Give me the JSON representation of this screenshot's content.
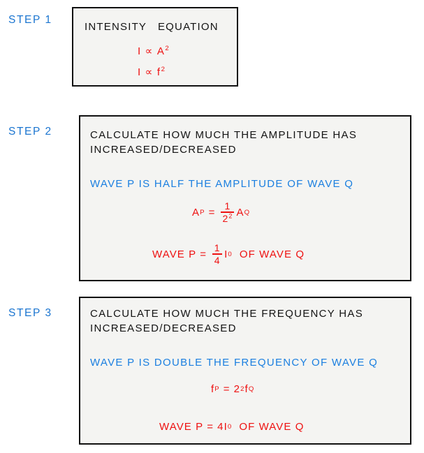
{
  "colors": {
    "step_label_blue": "#1b75d0",
    "text_blue": "#1b7fe0",
    "text_red": "#ee1111",
    "text_black": "#131313",
    "box_fill": "#f4f4f2",
    "box_border": "#111111",
    "page_background": "#ffffff"
  },
  "steps": [
    {
      "label": "STEP  1",
      "title": "INTENSITY   EQUATION",
      "equations": [
        {
          "lhs": "I",
          "rel": "∝",
          "base": "A",
          "exponent": "2",
          "text": "I ∝ A²"
        },
        {
          "lhs": "I",
          "rel": "∝",
          "base": "f",
          "exponent": "2",
          "text": "I ∝ f²"
        }
      ]
    },
    {
      "label": "STEP  2",
      "heading": "CALCULATE  HOW  MUCH  THE  AMPLITUDE  HAS\nINCREASED/DECREASED",
      "statement": "WAVE  P  IS  HALF  THE  AMPLITUDE  OF  WAVE  Q",
      "formula": {
        "lhs_symbol": "A",
        "lhs_sub": "P",
        "equals": "=",
        "fraction_numerator": "1",
        "fraction_denominator": "2",
        "fraction_denominator_exponent": "2",
        "rhs_symbol": "A",
        "rhs_sub": "Q",
        "text": "Aₚ = 1/2² Aǫ"
      },
      "conclusion": {
        "prefix": "WAVE  P  =",
        "fraction_numerator": "1",
        "fraction_denominator": "4",
        "intensity_symbol": "I",
        "intensity_sub": "0",
        "suffix": "OF  WAVE  Q",
        "text": "WAVE P = 1/4 I₀ OF WAVE Q"
      }
    },
    {
      "label": "STEP  3",
      "heading": "CALCULATE  HOW  MUCH  THE  FREQUENCY  HAS\nINCREASED/DECREASED",
      "statement": "WAVE  P  IS  DOUBLE  THE  FREQUENCY  OF  WAVE  Q",
      "formula": {
        "lhs_symbol": "f",
        "lhs_sub": "P",
        "equals": "=",
        "factor_base": "2",
        "factor_exponent": "2",
        "rhs_symbol": "f",
        "rhs_sub": "Q",
        "text": "fₚ = 2² fǫ"
      },
      "conclusion": {
        "prefix": "WAVE  P  =",
        "factor": "4",
        "intensity_symbol": "I",
        "intensity_sub": "0",
        "suffix": "OF  WAVE  Q",
        "text": "WAVE P = 4I₀ OF WAVE Q"
      }
    }
  ]
}
